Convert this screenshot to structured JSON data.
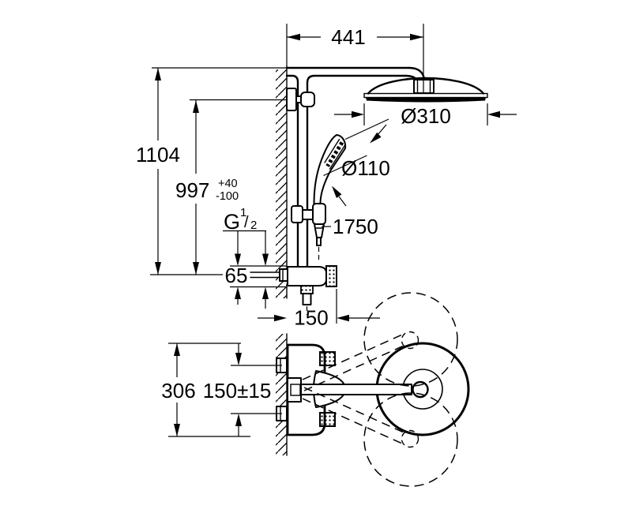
{
  "drawing": {
    "type": "technical-dimension-drawing",
    "subject": "wall-mounted shower system with head shower, hand shower and thermostat (side elevation and plan view)",
    "colors": {
      "line": "#000000",
      "background": "#ffffff"
    },
    "dimensions": {
      "arm_reach": "441",
      "head_diameter": "Ø310",
      "hand_shower_diameter": "Ø110",
      "hose_length": "1750",
      "total_height": "1104",
      "rail_height": "997",
      "rail_height_tol_plus": "+40",
      "rail_height_tol_minus": "-100",
      "thread_letter": "G",
      "thread_numerator": "1",
      "thread_slash": "/",
      "thread_denominator": "2",
      "valve_offset": "65",
      "valve_depth": "150",
      "plate_height": "306",
      "inlet_spacing": "150±15"
    }
  }
}
